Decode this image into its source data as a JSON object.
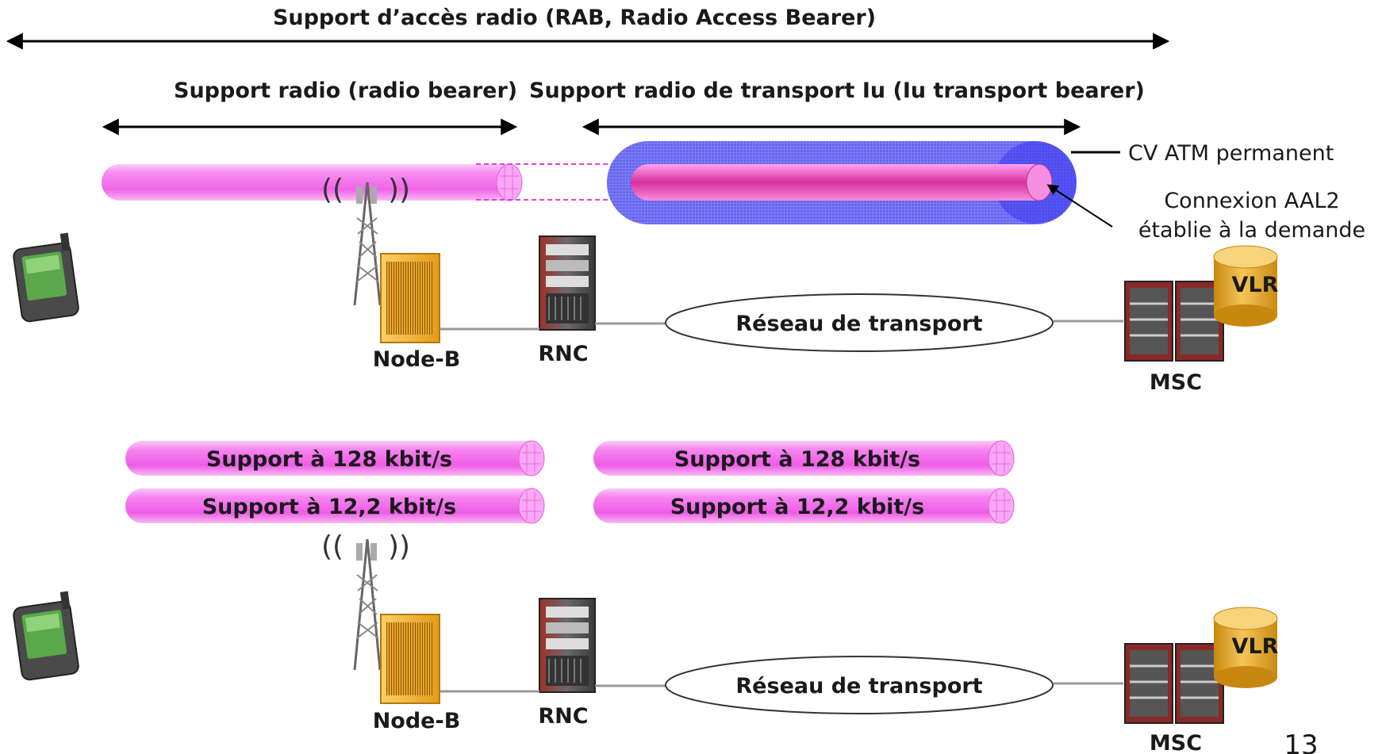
{
  "top": {
    "rab_label": "Support d’accès radio (RAB, Radio Access Bearer)",
    "radio_bearer_label": "Support radio (radio bearer)",
    "iu_bearer_label": "Support radio de transport Iu (Iu transport bearer)",
    "cv_atm_label": "CV ATM permanent",
    "aal2_line1": "Connexion AAL2",
    "aal2_line2": "établie à la demande",
    "nodeb_label": "Node-B",
    "rnc_label": "RNC",
    "network_label": "Réseau de transport",
    "msc_label": "MSC",
    "vlr_label": "VLR"
  },
  "bottom": {
    "radio_128": "Support à 128 kbit/s",
    "radio_12": "Support à 12,2 kbit/s",
    "iu_128": "Support à 128 kbit/s",
    "iu_12": "Support à 12,2 kbit/s",
    "nodeb_label": "Node-B",
    "rnc_label": "RNC",
    "network_label": "Réseau de transport",
    "msc_label": "MSC",
    "vlr_label": "VLR"
  },
  "page_number": "13",
  "colors": {
    "tube_pink": "#f06ef0",
    "tube_blue": "#5e5ef0",
    "nodeb_yellow": "#f5b830",
    "vlr_gold": "#e8ad2c",
    "rnc_red": "#b33a30"
  }
}
